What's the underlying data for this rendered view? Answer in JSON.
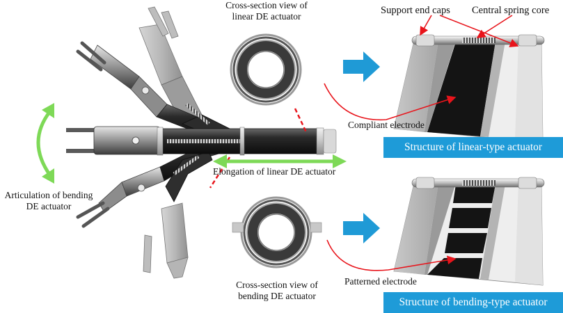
{
  "labels": {
    "cross_section_linear": [
      "Cross-section view of",
      "linear DE actuator"
    ],
    "cross_section_bending": [
      "Cross-section view of",
      "bending DE actuator"
    ],
    "support_end_caps": "Support end caps",
    "central_spring_core": "Central spring core",
    "compliant_electrode": "Compliant electrode",
    "patterned_electrode": "Patterned electrode",
    "elongation": "Elongation of linear DE actuator",
    "articulation": [
      "Articulation of bending",
      "DE actuator"
    ]
  },
  "banners": {
    "linear": "Structure of linear-type actuator",
    "bending": "Structure of bending-type actuator"
  },
  "colors": {
    "banner": "#1e9bd8",
    "callout_line": "#e8141b",
    "motion_arrow": "#7ed957",
    "flow_arrow": "#1f9ad6",
    "electrode": "#141414"
  }
}
